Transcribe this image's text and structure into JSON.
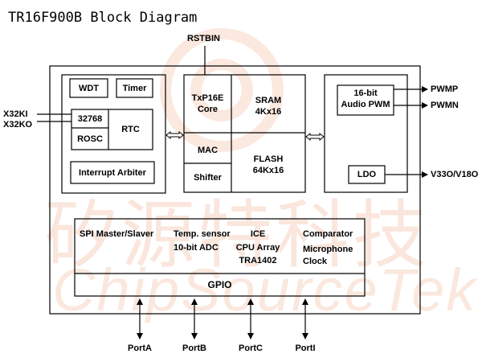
{
  "title": "TR16F900B Block Diagram",
  "watermark": {
    "logo_circle_color": "#f8d3bf",
    "text_cn": "矽源特科技",
    "text_en": "ChipSourceTek"
  },
  "signals": {
    "rstbin": "RSTBIN",
    "x32ki": "X32KI",
    "x32ko": "X32KO",
    "pwmp": "PWMP",
    "pwmn": "PWMN",
    "v330": "V33O/V18O"
  },
  "left_block": {
    "wdt": "WDT",
    "timer": "Timer",
    "k32768": "32768",
    "rosc": "ROSC",
    "rtc": "RTC",
    "interrupt": "Interrupt Arbiter"
  },
  "core_block": {
    "txp_line1": "TxP16E",
    "txp_line2": "Core",
    "sram_line1": "SRAM",
    "sram_line2": "4Kx16",
    "mac": "MAC",
    "shifter": "Shifter",
    "flash_line1": "FLASH",
    "flash_line2": "64Kx16"
  },
  "right_block": {
    "pwm_line1": "16-bit",
    "pwm_line2": "Audio PWM",
    "ldo": "LDO"
  },
  "peripheral_block": {
    "spi": "SPI Master/Slaver",
    "temp_line1": "Temp. sensor",
    "temp_line2": "10-bit ADC",
    "ice_line1": "ICE",
    "ice_line2": "CPU Array",
    "ice_line3": "TRA1402",
    "comparator": "Comparator",
    "mic_line1": "Microphone",
    "mic_line2": "Clock",
    "gpio": "GPIO"
  },
  "ports": {
    "a": "PortA",
    "b": "PortB",
    "c": "PortC",
    "i": "PortI"
  },
  "colors": {
    "line": "#000000",
    "watermark": "#f6c9b2"
  }
}
